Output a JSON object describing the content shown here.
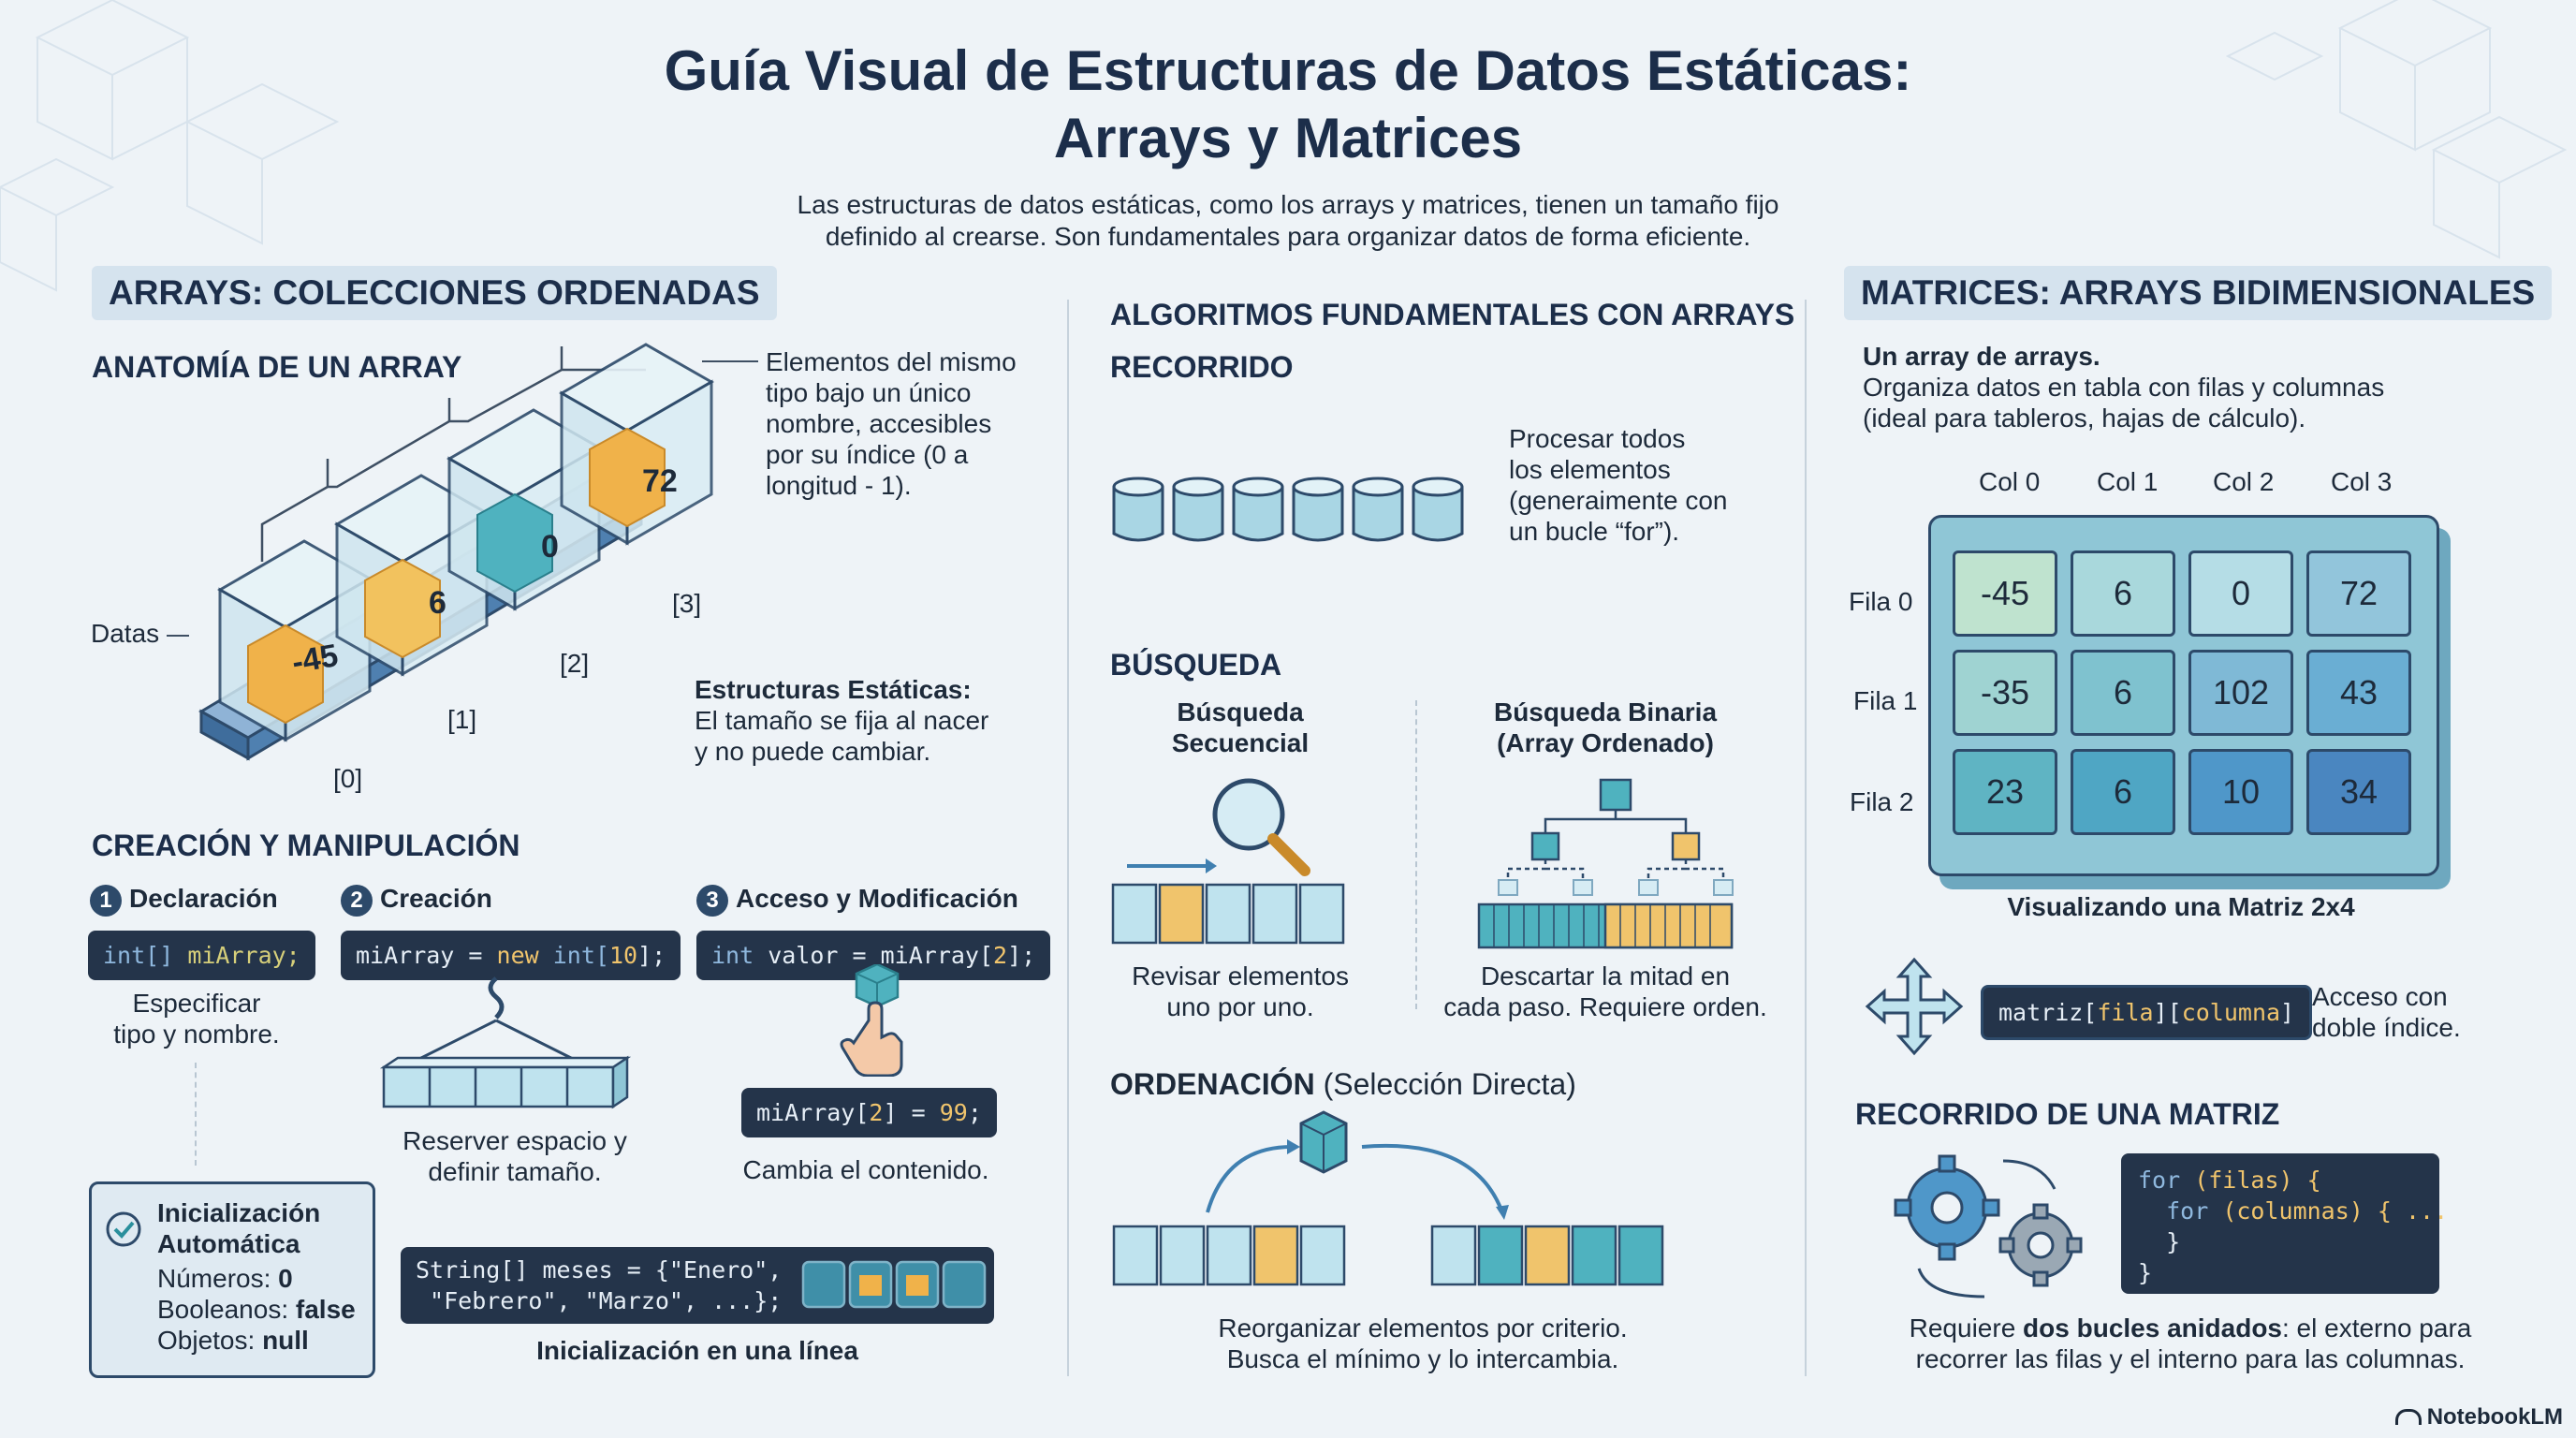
{
  "title": {
    "line1": "Guía Visual de Estructuras de Datos Estáticas:",
    "line2": "Arrays y Matrices"
  },
  "subtitle": {
    "line1": "Las estructuras de datos estáticas, como los arrays y matrices, tienen un tamaño fijo",
    "line2": "definido al crearse. Son fundamentales para organizar datos de forma eficiente."
  },
  "arrays": {
    "header": "ARRAYS: COLECCIONES ORDENADAS",
    "anatomy_title": "ANATOMÍA DE UN ARRAY",
    "elements_desc": [
      "Elementos del mismo",
      "tipo bajo un único",
      "nombre, accesibles",
      "por su índice (0 a",
      "longitud - 1)."
    ],
    "datas_label": "Datas",
    "values": [
      "-45",
      "6",
      "0",
      "72"
    ],
    "indices": [
      "[0]",
      "[1]",
      "[2]",
      "[3]"
    ],
    "static_title": "Estructuras Estáticas:",
    "static_desc": [
      "El tamaño se fija al nacer",
      "y no puede cambiar."
    ],
    "creation_title": "CREACIÓN Y MANIPULACIÓN",
    "steps": [
      {
        "num": "1",
        "label": "Declaración",
        "desc": [
          "Especificar",
          "tipo y nombre."
        ]
      },
      {
        "num": "2",
        "label": "Creación",
        "desc": [
          "Reserver espacio y",
          "definir tamaño."
        ]
      },
      {
        "num": "3",
        "label": "Acceso y Modificación",
        "desc": [
          "Cambia el contenido."
        ]
      }
    ],
    "code_decl_type": "int[]",
    "code_decl_var": " miArray;",
    "code_create_a": "miArray = ",
    "code_create_new": "new",
    "code_create_type": " int[",
    "code_create_num": "10",
    "code_create_end": "];",
    "code_access_type": "int",
    "code_access_rest": " valor = miArray[",
    "code_access_num": "2",
    "code_access_end": "];",
    "code_assign_a": "miArray[",
    "code_assign_idx": "2",
    "code_assign_b": "] = ",
    "code_assign_num": "99",
    "code_assign_end": ";",
    "init_title": [
      "Inicialización",
      "Automática"
    ],
    "init_items": [
      {
        "label": "Números: ",
        "value": "0"
      },
      {
        "label": "Booleanos: ",
        "value": "false"
      },
      {
        "label": "Objetos: ",
        "value": "null"
      }
    ],
    "code_string_line1": "String[] meses = {\"Enero\",",
    "code_string_line2": " \"Febrero\", \"Marzo\", ...};",
    "init_line_label": "Inicialización en una línea"
  },
  "algorithms": {
    "header": "ALGORITMOS FUNDAMENTALES CON ARRAYS",
    "traverse_title": "RECORRIDO",
    "traverse_desc": [
      "Procesar todos",
      "los elementos",
      "(generaimente con",
      "un bucle “for”)."
    ],
    "search_title": "BÚSQUEDA",
    "seq_title": [
      "Búsqueda",
      "Secuencial"
    ],
    "seq_desc": [
      "Revisar elementos",
      "uno por uno."
    ],
    "bin_title": [
      "Búsqueda Binaria",
      "(Array Ordenado)"
    ],
    "bin_desc": [
      "Descartar la mitad en",
      "cada paso. Requiere orden."
    ],
    "sort_title": "ORDENACIÓN",
    "sort_sub": " (Selección Directa)",
    "sort_desc": [
      "Reorganizar elementos por criterio.",
      "Busca el mínimo y lo intercambia."
    ]
  },
  "matrices": {
    "header": "MATRICES: ARRAYS BIDIMENSIONALES",
    "intro_bold": "Un array de arrays.",
    "intro_desc": [
      "Organiza datos en tabla con filas y columnas",
      "(ideal para tableros, hajas de cálculo)."
    ],
    "col_labels": [
      "Col 0",
      "Col 1",
      "Col 2",
      "Col 3"
    ],
    "row_labels": [
      "Fila 0",
      "Fila 1",
      "Fila 2"
    ],
    "grid": [
      [
        "-45",
        "6",
        "0",
        "72"
      ],
      [
        "-35",
        "6",
        "102",
        "43"
      ],
      [
        "23",
        "6",
        "10",
        "34"
      ]
    ],
    "caption": "Visualizando una Matriz 2x4",
    "access_code_a": "matriz[",
    "access_code_fila": "fila",
    "access_code_b": "][",
    "access_code_col": "columna",
    "access_code_c": "]",
    "access_desc": [
      "Acceso con",
      "doble índice."
    ],
    "traverse_title": "RECORRIDO DE UNA MATRIZ",
    "loop_kw1": "for",
    "loop_rest1": " (filas) {",
    "loop_kw2": "  for",
    "loop_rest2": " (columnas) { ...",
    "loop_line3": "  }",
    "loop_line4": "}",
    "nested_a": "Requiere ",
    "nested_bold": "dos bucles anidados",
    "nested_b": ": el externo para",
    "nested_line2": "recorrer las filas y el interno para las columnas."
  },
  "brand": "NotebookLM",
  "colors": {
    "dark": "#24344a",
    "accent_orange": "#f0b24a",
    "teal": "#3aa7b5",
    "light_blue": "#bfe3ee"
  }
}
